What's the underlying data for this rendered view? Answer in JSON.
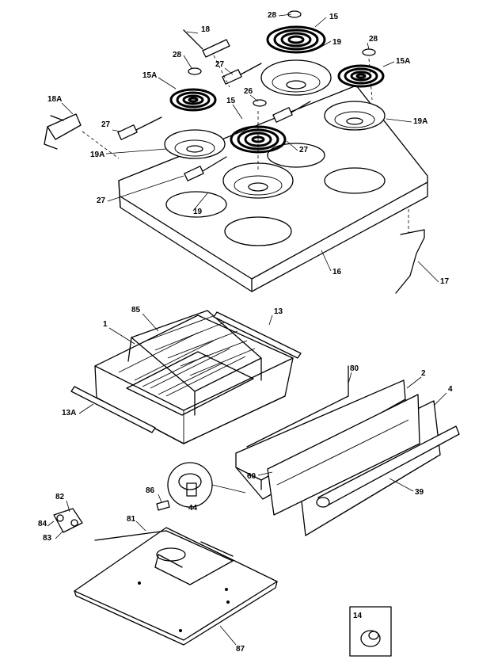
{
  "callouts": {
    "c_28a": "28",
    "c_15a": "15",
    "c_18": "18",
    "c_19a": "19",
    "c_28b": "28",
    "c_28c": "28",
    "c_27a": "27",
    "c_15A_left": "15A",
    "c_15A_right": "15A",
    "c_18A": "18A",
    "c_26": "26",
    "c_15b": "15",
    "c_27b": "27",
    "c_19A_left": "19A",
    "c_19A_right": "19A",
    "c_27c": "27",
    "c_27d": "27",
    "c_19b": "19",
    "c_16": "16",
    "c_17": "17",
    "c_85": "85",
    "c_13": "13",
    "c_1": "1",
    "c_80": "80",
    "c_2": "2",
    "c_4": "4",
    "c_13A": "13A",
    "c_60": "60",
    "c_39": "39",
    "c_44": "44",
    "c_86": "86",
    "c_82": "82",
    "c_81": "81",
    "c_84": "84",
    "c_83": "83",
    "c_87": "87",
    "c_14": "14"
  }
}
